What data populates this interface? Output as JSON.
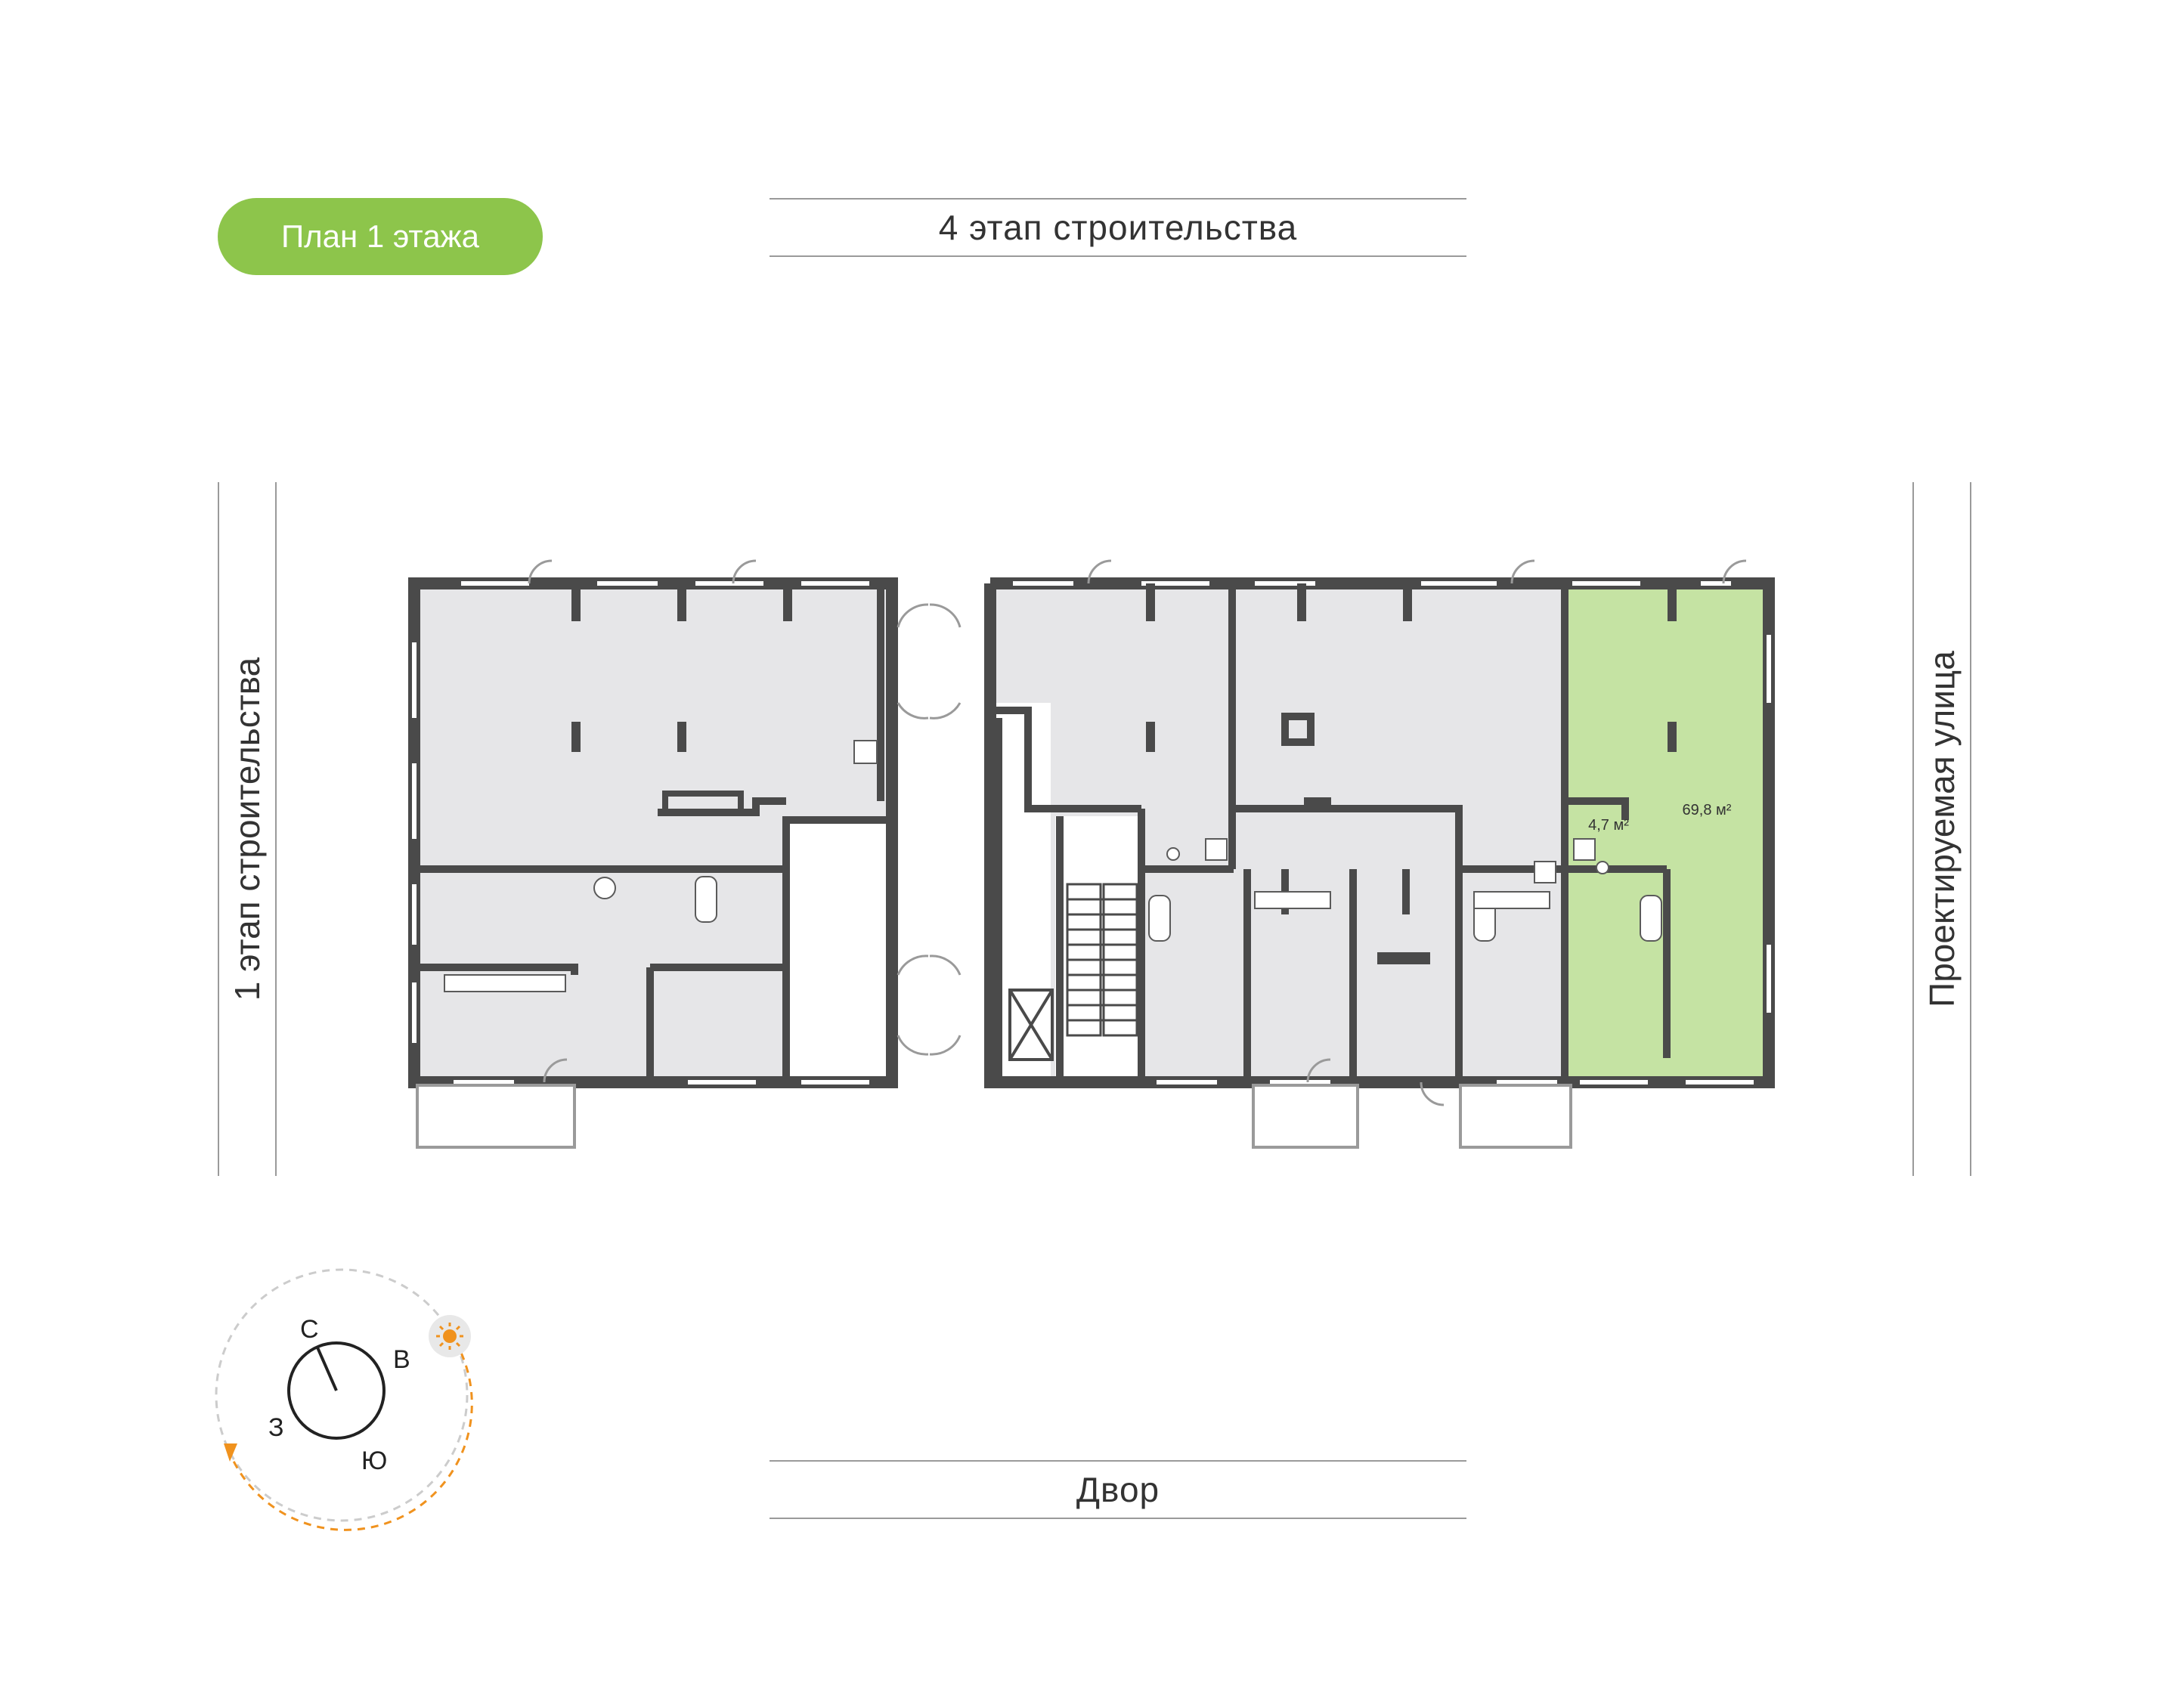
{
  "plan_title": "План 1 этажа",
  "sides": {
    "top": "4 этап строительства",
    "bottom": "Двор",
    "left": "1 этап строительства",
    "right": "Проектируемая улица"
  },
  "selected_unit": {
    "main_area": "69,8 м²",
    "aux_area": "4,7 м²",
    "highlight_color": "#c5e3a3"
  },
  "compass": {
    "north": "С",
    "east": "В",
    "south": "Ю",
    "west": "З",
    "sun_icon": "sun-icon",
    "path_color": "#f0921e"
  },
  "colors": {
    "wall": "#4a4a4a",
    "floor": "#e6e6e8",
    "accent": "#8dc54b"
  }
}
